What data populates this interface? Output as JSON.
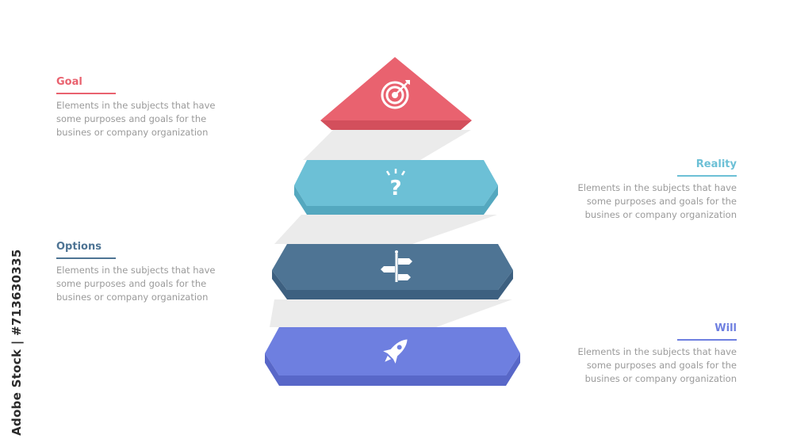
{
  "watermark": "Adobe Stock | #713630335",
  "colors": {
    "goal": "#e9626f",
    "goal_dark": "#d34f5c",
    "reality": "#6cc0d6",
    "reality_dark": "#54a8bf",
    "options": "#4e7494",
    "options_dark": "#3d6080",
    "will": "#6e7fe0",
    "will_dark": "#5867c8",
    "text_gray": "#9a9a9a"
  },
  "items": [
    {
      "title": "Goal",
      "description": "Elements in the subjects that have some purposes and goals for the busines or company organization",
      "icon": "target-icon",
      "side": "left"
    },
    {
      "title": "Reality",
      "description": "Elements in the subjects that have some purposes and goals for the busines or company organization",
      "icon": "question-icon",
      "side": "right"
    },
    {
      "title": "Options",
      "description": "Elements in the subjects that have some purposes and goals for the busines or company organization",
      "icon": "signpost-icon",
      "side": "left"
    },
    {
      "title": "Will",
      "description": "Elements in the subjects that have some purposes and goals for the busines or company organization",
      "icon": "rocket-icon",
      "side": "right"
    }
  ]
}
